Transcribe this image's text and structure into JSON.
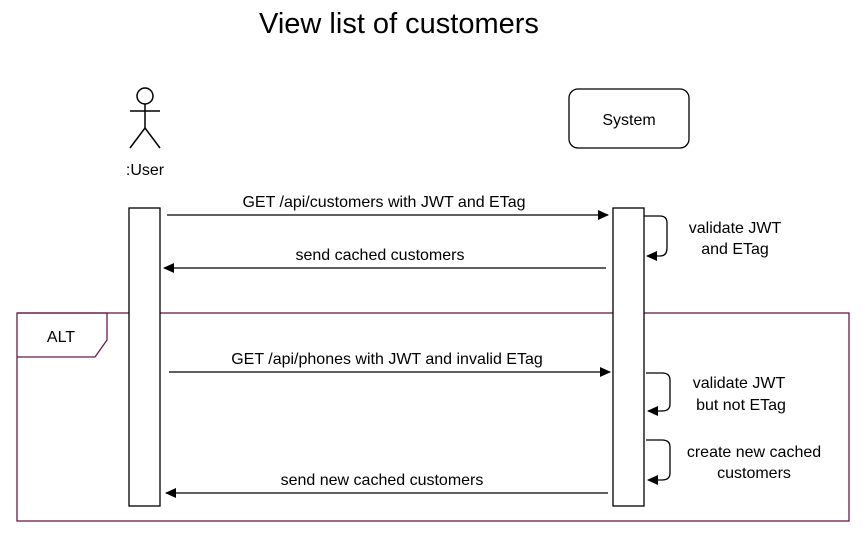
{
  "diagram": {
    "title": "View list of customers",
    "actors": {
      "user_label": ":User",
      "system_label": "System"
    },
    "fragment": {
      "operator": "ALT"
    },
    "messages": {
      "m1": "GET /api/customers with JWT and ETag",
      "m2": "send cached customers",
      "m3": "GET /api/phones with JWT and invalid ETag",
      "m4": "send new cached customers"
    },
    "self_notes": {
      "n1_line1": "validate JWT",
      "n1_line2": "and ETag",
      "n2_line1": "validate JWT",
      "n2_line2": "but not ETag",
      "n3_line1": "create new cached",
      "n3_line2": "customers"
    },
    "colors": {
      "stroke": "#000000",
      "fragment_border": "#6b1b4c",
      "background": "#ffffff"
    }
  }
}
